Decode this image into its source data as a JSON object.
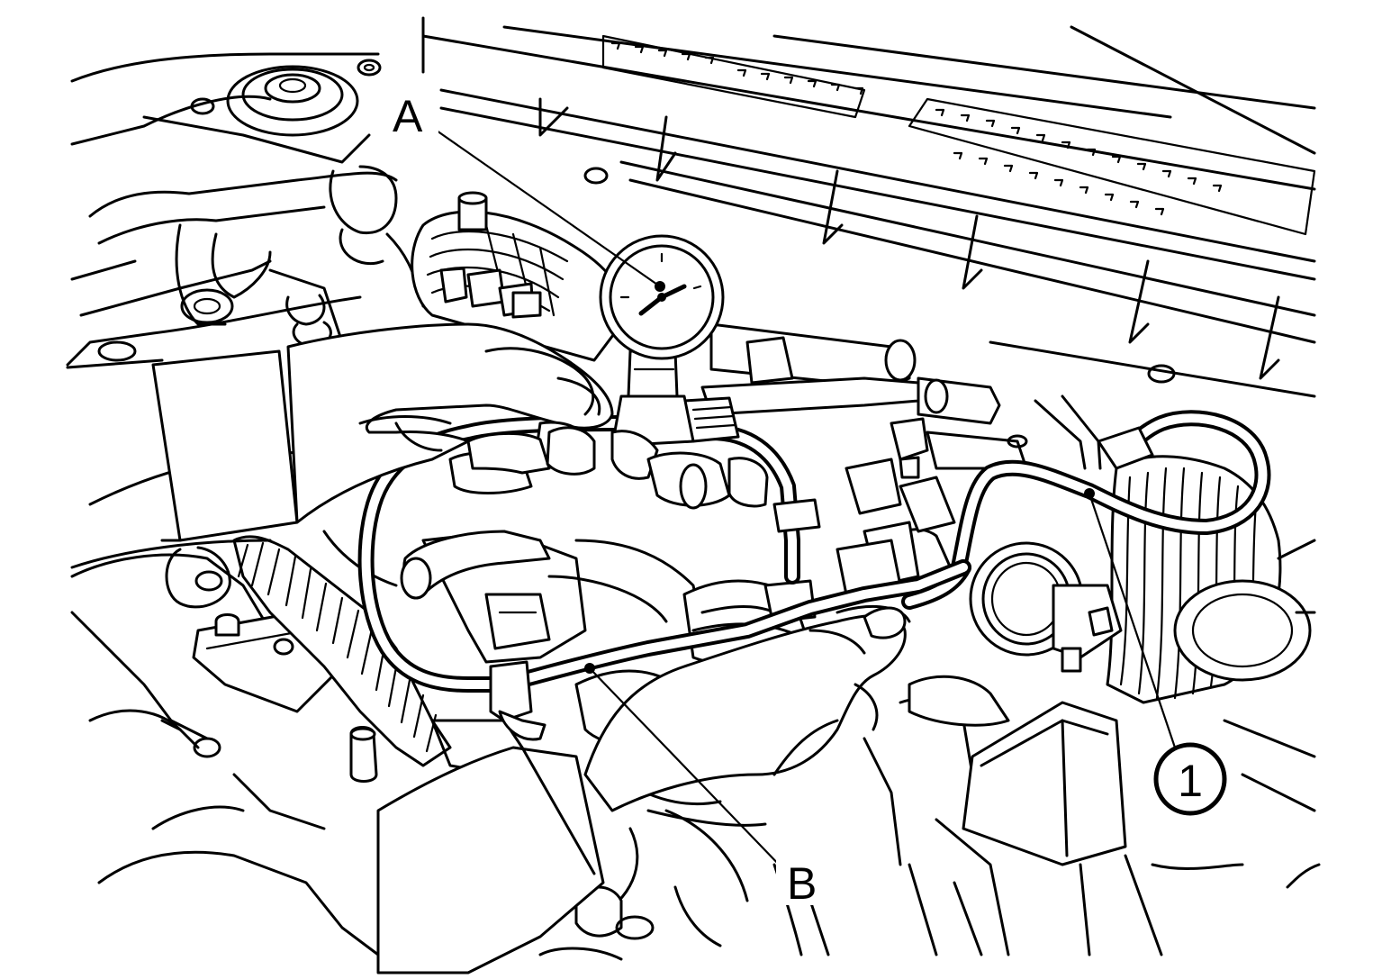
{
  "callouts": {
    "a": "A",
    "b": "B",
    "one": "1"
  }
}
